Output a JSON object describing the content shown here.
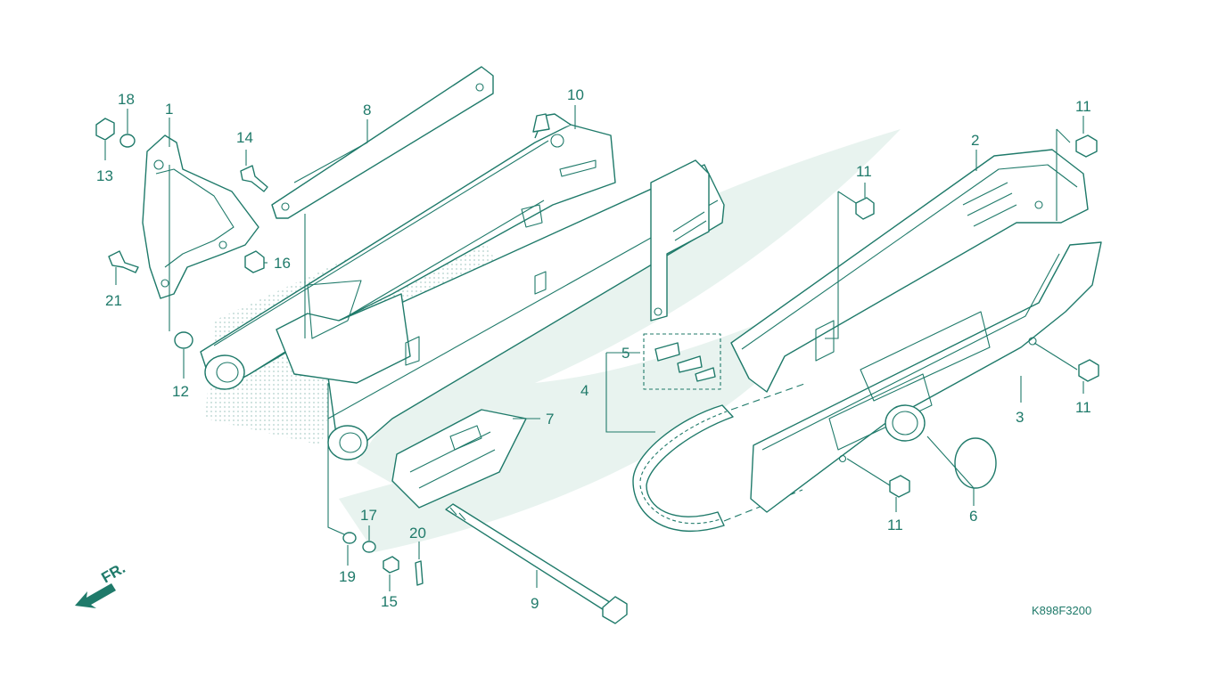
{
  "diagram": {
    "code": "K898F3200",
    "front_marker": "FR.",
    "colors": {
      "line": "#1f7a6a",
      "watermark": "#e8f3ef"
    },
    "callouts": {
      "c1": "1",
      "c2": "2",
      "c3": "3",
      "c4": "4",
      "c5": "5",
      "c6": "6",
      "c7": "7",
      "c8": "8",
      "c9": "9",
      "c10": "10",
      "c11a": "11",
      "c11b": "11",
      "c11c": "11",
      "c11d": "11",
      "c12": "12",
      "c13": "13",
      "c14": "14",
      "c15": "15",
      "c16": "16",
      "c17": "17",
      "c18": "18",
      "c19": "19",
      "c20": "20",
      "c21": "21"
    }
  }
}
